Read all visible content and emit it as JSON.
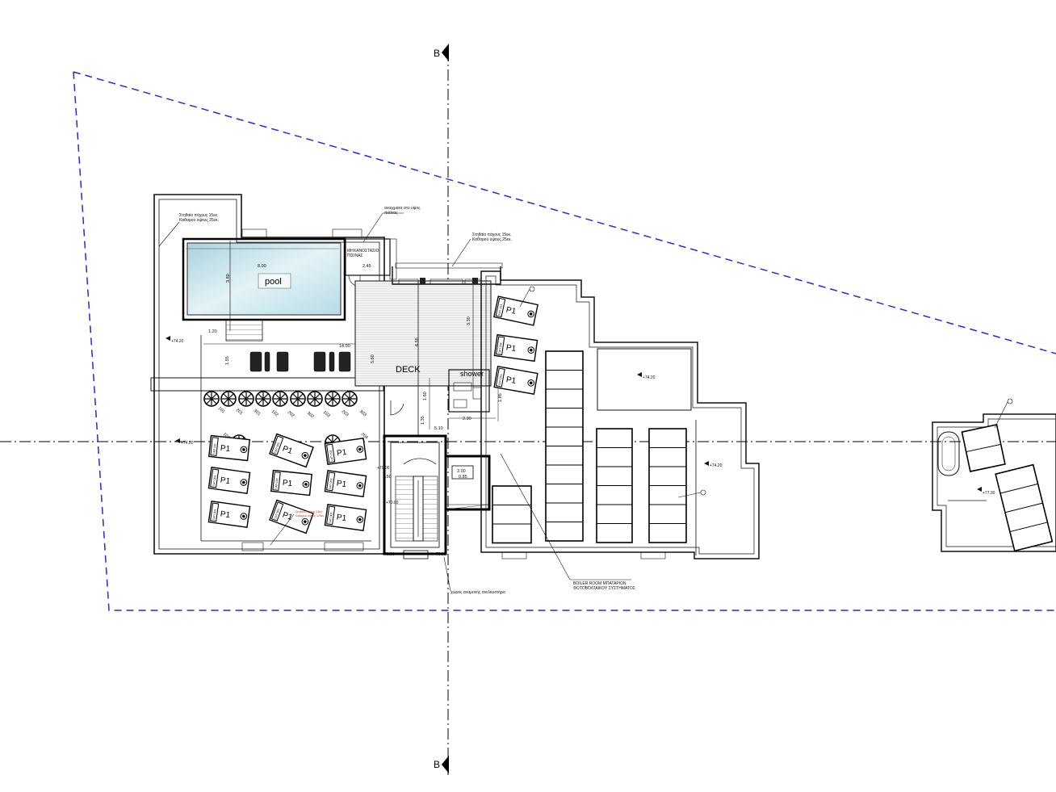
{
  "section": {
    "marker_top": "B",
    "marker_bottom": "B"
  },
  "rooms": {
    "pool": "pool",
    "deck": "DECK",
    "shower": "shower"
  },
  "notes": {
    "parapet_left_1": "Στηθαίο πάχους 15εκ.",
    "parapet_left_2": "Καθαρού ύψους 25εκ.",
    "parapet_mid_1": "Στηθαίο πάχους 15εκ.",
    "parapet_mid_2": "Καθαρού ύψους 25εκ.",
    "pool_tank_1": "ΜΗΧΑΝΟΣΤΑΣΙΟ",
    "pool_tank_2": "ΠΙΣΙΝΑΣ",
    "top_note_1": "ανοιχματα στο ύψος",
    "top_note_2": "πισίνας",
    "planter_1": "Στηθαίο πάχους 15εκ.",
    "planter_2": "Καθαρού ύψους 125εκ.",
    "boiler_1": "BOILER ROOM ΜΠΑΤΑΡΙΩΝ",
    "boiler_2": "ΦΩΤΟΒΟΛΤΑΙΚΟΥ ΣΥΣΤΗΜΑΤΟΣ",
    "elevator_note": "χώρος αναμονής ανελκυστήρα"
  },
  "dims": {
    "pool_len": "8.00",
    "pool_wid": "3.80",
    "tank_w": "2.45",
    "step_w": "1.20",
    "terrace_len": "14.90",
    "terrace_h": "1.55",
    "deck_h1": "5.60",
    "deck_h2": "6.55",
    "deck_w": "5.10",
    "deck_side": "3.30",
    "shower_h": "1.60",
    "shower_w1": "2.30",
    "shower_w2": "1.85",
    "shower_d1": "1.35",
    "lift_w": "2.00",
    "stair_h": "1.50",
    "lift_d": "0.85"
  },
  "levels": {
    "lvl_left_top": "+74.20",
    "lvl_left_mid": "+74.20",
    "lvl_right_top": "+74.20",
    "lvl_right_mid": "+74.20",
    "lvl_far_right": "+77.30",
    "lvl_stair_1": "+70.00",
    "lvl_stair_2": "+70.00",
    "lvl_stair_3": "+70.00",
    "lvl_stair_4": "+70.00"
  },
  "furniture": {
    "lounger": "P1"
  },
  "trees": [
    "101",
    "201",
    "301",
    "102",
    "202",
    "302",
    "103",
    "203",
    "303",
    "104",
    "204",
    "304"
  ],
  "tree_bottom": [
    "103",
    "303"
  ],
  "lounger_codes": [
    "ΞΑΠ 101",
    "ΞΑΠ 201",
    "ΞΑΠ 301",
    "ΞΑΠ 102",
    "ΞΑΠ 202",
    "ΞΑΠ 302",
    "ΞΑΠ 103",
    "ΞΑΠ 203",
    "ΞΑΠ 303",
    "ΞΑΠ 104",
    "ΞΑΠ 204",
    "ΞΑΠ 304"
  ],
  "colors": {
    "property_line": "#1f2fd1",
    "pool_water": "#bfe0ea",
    "lines": "#111111"
  }
}
